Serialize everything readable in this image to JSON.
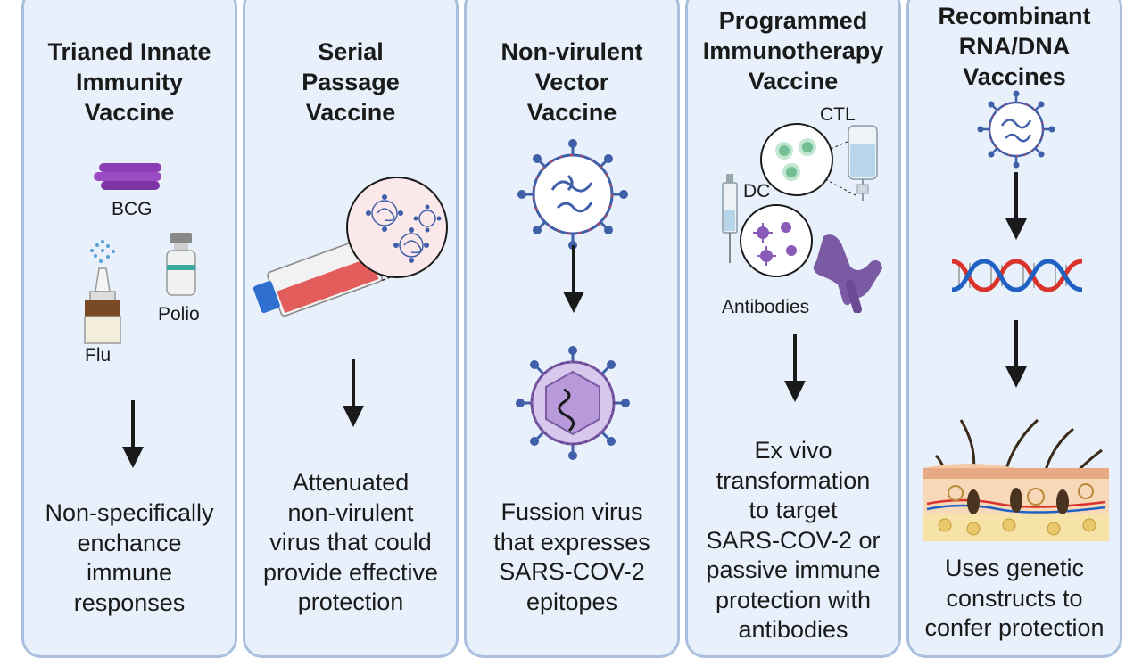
{
  "panels": [
    {
      "title": "Trianed Innate\nImmunity\nVaccine",
      "labels": {
        "bcg": "BCG",
        "polio": "Polio",
        "flu": "Flu"
      },
      "description": "Non-specifically\nenchance\nimmune\nresponses"
    },
    {
      "title": "Serial\nPassage\nVaccine",
      "description": "Attenuated\nnon-virulent\nvirus that could\nprovide effective\nprotection"
    },
    {
      "title": "Non-virulent\nVector\nVaccine",
      "description": "Fussion virus\nthat expresses\nSARS-COV-2\nepitopes"
    },
    {
      "title": "Programmed\nImmunotherapy\nVaccine",
      "labels": {
        "ctl": "CTL",
        "dc": "DC",
        "antibodies": "Antibodies"
      },
      "description": "Ex vivo\ntransformation\nto target\nSARS-COV-2 or\npassive immune\nprotection with\nantibodies"
    },
    {
      "title": "Recombinant\nRNA/DNA\nVaccines",
      "description": "Uses genetic\nconstructs to\nconfer protection"
    }
  ],
  "colors": {
    "panel_bg": "#e8f0fb",
    "panel_border": "#a9bfdc",
    "virus_blue": "#3f5fa8",
    "spike_red": "#c0445a",
    "flask_red": "#e35d5d",
    "cap_blue": "#2f6fcf",
    "dna_red": "#d8322b",
    "dna_blue": "#1f62c4",
    "purple": "#7a5aa3"
  },
  "icons": [
    "bcg-bacteria-icon",
    "nasal-spray-icon",
    "vial-icon",
    "culture-flask-icon",
    "magnified-virus-icon",
    "virus-icon",
    "enveloped-virus-icon",
    "iv-bag-icon",
    "syringe-icon",
    "antibody-icon",
    "dna-helix-icon",
    "skin-cross-section-icon",
    "arrow-down-icon"
  ]
}
